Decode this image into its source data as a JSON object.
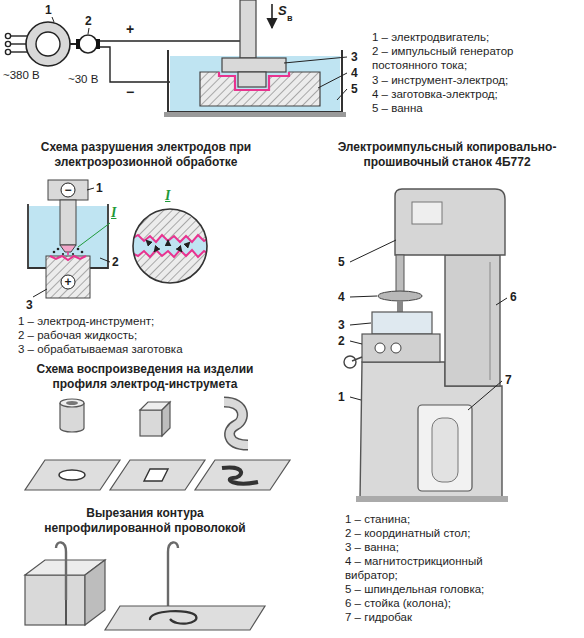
{
  "diagram": {
    "labels": [
      "1",
      "2",
      "~380 В",
      "~30 В",
      "+",
      "−",
      "S",
      "в",
      "3",
      "4",
      "5",
      "1 – электродвигатель;",
      "2 – импульсный генератор постоянного тока;",
      "3 – инструмент-электрод;",
      "4 – заготовка-электрод;",
      "5 – ванна",
      "Схема разрушения электродов при электроэрозионной обработке",
      "Электроимпульсный копировально-прошивочный станок 4Б772",
      "1",
      "I",
      "2",
      "3",
      "−",
      "+",
      "I",
      "1 – электрод-инструмент;",
      "2 – рабочая жидкость;",
      "3 – обрабатываемая заготовка",
      "Схема воспроизведения на изделии профиля электрод-инструмета",
      "Вырезания контура непрофилированной проволокой",
      "5",
      "4",
      "3",
      "2",
      "1",
      "6",
      "7",
      "1 – станина;",
      "2 – координатный стол;",
      "3 – ванна;",
      "4 – магнитострикционный вибратор;",
      "5 – шпиндельная головка;",
      "6 – стойка (колона);",
      "7 – гидробак"
    ]
  }
}
